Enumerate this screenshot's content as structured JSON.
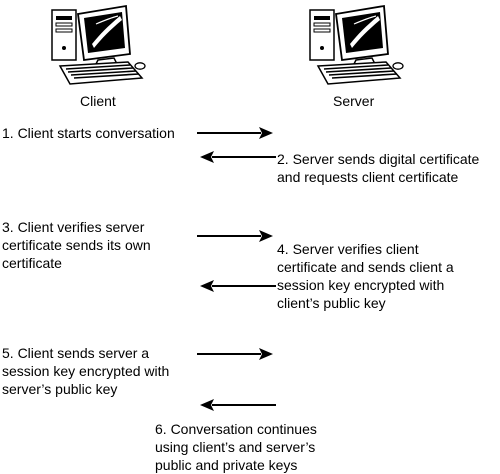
{
  "nodes": {
    "client": {
      "label": "Client"
    },
    "server": {
      "label": "Server"
    }
  },
  "steps": [
    {
      "lines": [
        "1.  Client starts conversation"
      ],
      "direction": "client-to-server"
    },
    {
      "lines": [
        "2.  Server sends digital certificate",
        "and requests client certificate"
      ],
      "direction": "server-to-client"
    },
    {
      "lines": [
        "3.  Client verifies server",
        "certificate sends its own",
        "certificate"
      ],
      "direction": "client-to-server"
    },
    {
      "lines": [
        "4.  Server verifies client",
        "certificate and sends client a",
        "session key encrypted with",
        "client’s public key"
      ],
      "direction": "server-to-client"
    },
    {
      "lines": [
        "5. Client sends server a",
        "session key encrypted with",
        "server’s public key"
      ],
      "direction": "client-to-server"
    },
    {
      "lines": [
        "6.  Conversation continues",
        "using client’s and server’s",
        "public and private keys"
      ],
      "direction": "server-to-client"
    }
  ]
}
